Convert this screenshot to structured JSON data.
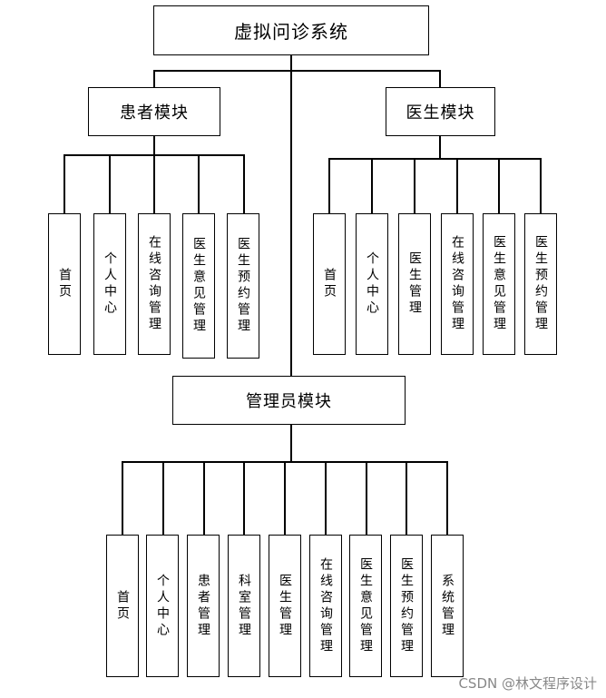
{
  "root": "虚拟问诊系统",
  "modules": {
    "patient": {
      "title": "患者模块",
      "items": [
        "首页",
        "个人中心",
        "在线咨询管理",
        "医生意见管理",
        "医生预约管理"
      ]
    },
    "doctor": {
      "title": "医生模块",
      "items": [
        "首页",
        "个人中心",
        "医生管理",
        "在线咨询管理",
        "医生意见管理",
        "医生预约管理"
      ]
    },
    "admin": {
      "title": "管理员模块",
      "items": [
        "首页",
        "个人中心",
        "患者管理",
        "科室管理",
        "医生管理",
        "在线咨询管理",
        "医生意见管理",
        "医生预约管理",
        "系统管理"
      ]
    }
  },
  "watermark": "CSDN @林文程序设计"
}
